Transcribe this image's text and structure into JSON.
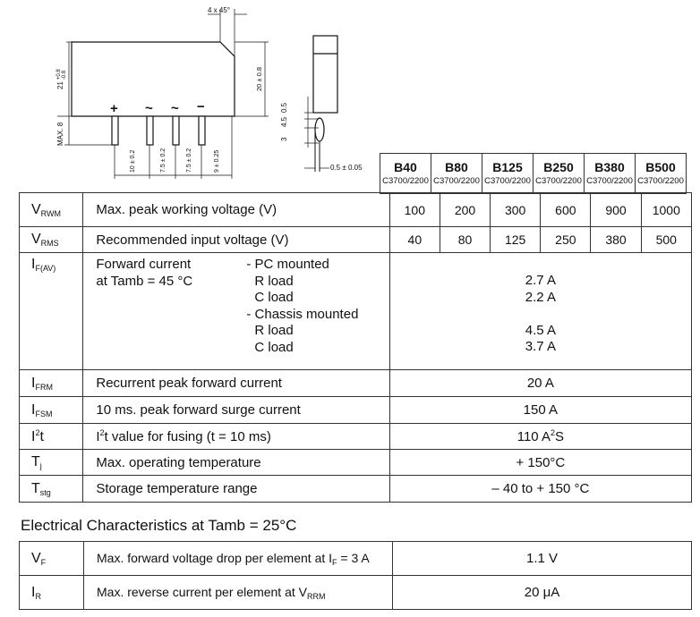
{
  "drawing": {
    "chamfer": "4 x 45°",
    "height_total": "21",
    "height_total_tol_plus": "+0.8",
    "height_total_tol_minus": "-0.8",
    "height_body": "20 ± 0.8",
    "max_lead": "MAX. 8",
    "pin_markings": [
      "+",
      "~",
      "~",
      "−"
    ],
    "pitch_1": "10 ± 0.2",
    "pitch_2": "7.5 ± 0.2",
    "pitch_3": "7.5 ± 0.2",
    "pitch_4": "9 ± 0.25",
    "side_dim_1": "0.5",
    "side_dim_2": "4.5",
    "side_dim_3": "3",
    "lead_thickness": "0.5 ± 0.05"
  },
  "models": [
    {
      "name": "B40",
      "sub": "C3700/2200"
    },
    {
      "name": "B80",
      "sub": "C3700/2200"
    },
    {
      "name": "B125",
      "sub": "C3700/2200"
    },
    {
      "name": "B250",
      "sub": "C3700/2200"
    },
    {
      "name": "B380",
      "sub": "C3700/2200"
    },
    {
      "name": "B500",
      "sub": "C3700/2200"
    }
  ],
  "ratings": {
    "vrwm": {
      "sym": "V",
      "sub": "RWM",
      "desc": "Max. peak working voltage (V)",
      "values": [
        "100",
        "200",
        "300",
        "600",
        "900",
        "1000"
      ]
    },
    "vrms": {
      "sym": "V",
      "sub": "RMS",
      "desc": "Recommended input voltage (V)",
      "values": [
        "40",
        "80",
        "125",
        "250",
        "380",
        "500"
      ]
    },
    "ifav": {
      "sym": "I",
      "sub": "F(AV)",
      "desc_line1": "Forward current",
      "desc_line2": "at Tamb = 45 °C",
      "pc": "- PC mounted",
      "pc_r": "R load",
      "pc_c": "C load",
      "ch": "- Chassis mounted",
      "ch_r": "R load",
      "ch_c": "C load",
      "pc_r_val": "2.7 A",
      "pc_c_val": "2.2 A",
      "ch_r_val": "4.5 A",
      "ch_c_val": "3.7 A"
    },
    "ifrm": {
      "sym": "I",
      "sub": "FRM",
      "desc": "Recurrent peak forward current",
      "value": "20 A"
    },
    "ifsm": {
      "sym": "I",
      "sub": "FSM",
      "desc": "10 ms. peak forward surge current",
      "value": "150 A"
    },
    "i2t": {
      "sym": "I",
      "sup": "2",
      "sym_end": "t",
      "desc_pre": "I",
      "desc_sup": "2",
      "desc_post": "t value for fusing (t = 10 ms)",
      "value_pre": "110 A",
      "value_sup": "2",
      "value_post": "S"
    },
    "tj": {
      "sym": "T",
      "sub": "j",
      "desc": "Max. operating temperature",
      "value": "+ 150°C"
    },
    "tstg": {
      "sym": "T",
      "sub": "stg",
      "desc": "Storage temperature range",
      "value": "– 40 to + 150 °C"
    }
  },
  "electrical": {
    "title": "Electrical Characteristics at Tamb = 25°C",
    "vf": {
      "sym": "V",
      "sub": "F",
      "desc_pre": "Max. forward voltage drop per element at I",
      "desc_sub": "F",
      "desc_post": " = 3 A",
      "value": "1.1 V"
    },
    "ir": {
      "sym": "I",
      "sub": "R",
      "desc_pre": "Max. reverse current per element at V",
      "desc_sub": "RRM",
      "value": "20 μA"
    }
  }
}
